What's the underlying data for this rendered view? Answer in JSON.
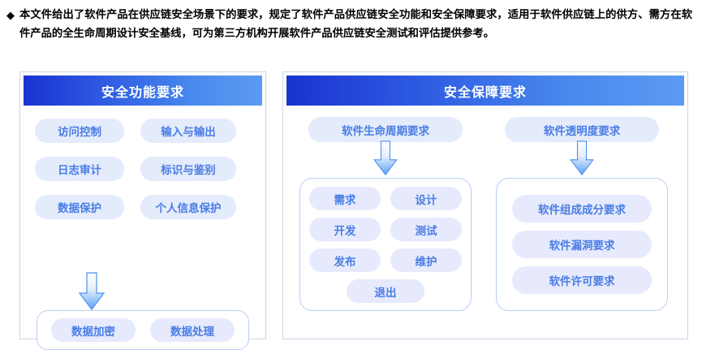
{
  "intro": {
    "bullet": "◆",
    "text": "本文件给出了软件产品在供应链安全场景下的要求，规定了软件产品供应链安全功能和安全保障要求，适用于软件供应链上的供方、需方在软件产品的全生命周期设计安全基线，可为第三方机构开展软件产品供应链安全测试和评估提供参考。"
  },
  "colors": {
    "header_gradient_start": "#1a33cf",
    "header_gradient_end": "#5b9bf2",
    "pill_bg": "#e4ebfb",
    "pill_text": "#4a7de4",
    "panel_border": "#ccd4e4",
    "subbox_border": "#b9cdf4",
    "arrow_fill_top": "#ffffff",
    "arrow_fill_bottom": "#4a90f0"
  },
  "left_panel": {
    "title": "安全功能要求",
    "items": [
      {
        "label": "访问控制"
      },
      {
        "label": "输入与输出"
      },
      {
        "label": "日志审计"
      },
      {
        "label": "标识与鉴别"
      },
      {
        "label": "数据保护"
      },
      {
        "label": "个人信息保护"
      }
    ],
    "arrow": "arrow-down-icon",
    "subgroup": {
      "items": [
        {
          "label": "数据加密"
        },
        {
          "label": "数据处理"
        }
      ]
    }
  },
  "right_panel": {
    "title": "安全保障要求",
    "columns": [
      {
        "head": "软件生命周期要求",
        "arrow": "arrow-down-icon",
        "items": [
          {
            "label": "需求",
            "span": false
          },
          {
            "label": "设计",
            "span": false
          },
          {
            "label": "开发",
            "span": false
          },
          {
            "label": "测试",
            "span": false
          },
          {
            "label": "发布",
            "span": false
          },
          {
            "label": "维护",
            "span": false
          },
          {
            "label": "退出",
            "span": true
          }
        ]
      },
      {
        "head": "软件透明度要求",
        "arrow": "arrow-down-icon",
        "items": [
          {
            "label": "软件组成成分要求",
            "span": false
          },
          {
            "label": "软件漏洞要求",
            "span": false
          },
          {
            "label": "软件许可要求",
            "span": false
          }
        ]
      }
    ]
  }
}
